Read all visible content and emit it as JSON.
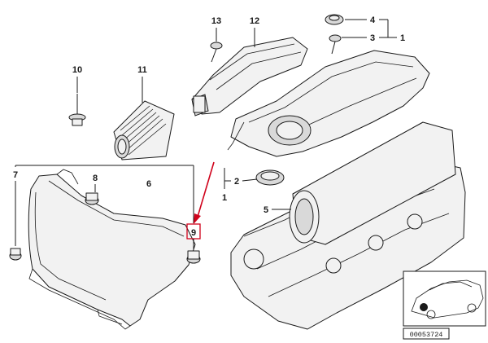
{
  "diagram": {
    "callouts": {
      "c1_top": "1",
      "c1_mid": "1",
      "c2": "2",
      "c3": "3",
      "c4": "4",
      "c5": "5",
      "c6": "6",
      "c7": "7",
      "c8": "8",
      "c9": "9",
      "c10": "10",
      "c11": "11",
      "c12": "12",
      "c13": "13"
    },
    "highlight_color": "#d0021b",
    "reference_number": "00053724"
  }
}
